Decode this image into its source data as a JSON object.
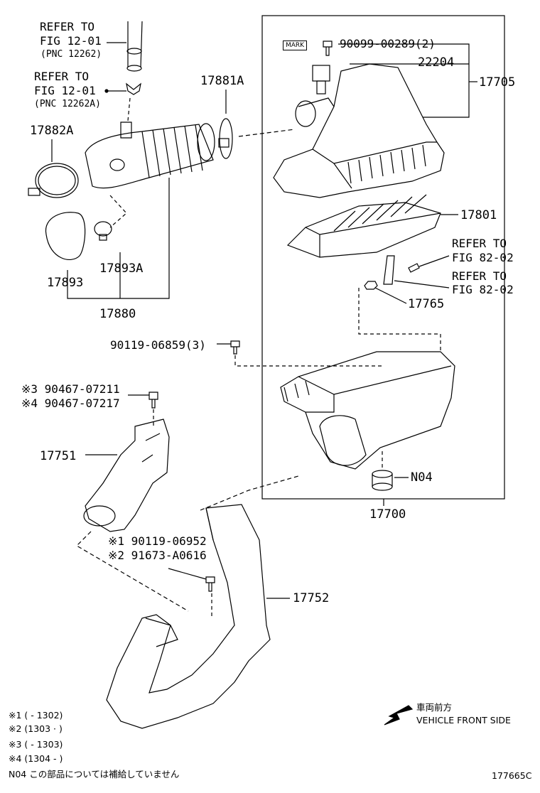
{
  "labels": {
    "refer_top_1": "REFER TO",
    "fig_top_1": "FIG 12-01",
    "pnc_top_1": "(PNC 12262)",
    "refer_top_2": "REFER TO",
    "fig_top_2": "FIG 12-01",
    "pnc_top_2": "(PNC 12262A)",
    "p17881A": "17881A",
    "p17882A": "17882A",
    "p17893": "17893",
    "p17893A": "17893A",
    "p17880": "17880",
    "mark": "MARK",
    "p90099": "90099-00289(2)",
    "p22204": "22204",
    "p17705": "17705",
    "p17801": "17801",
    "refer_r1": "REFER TO",
    "fig_r1": "FIG 82-02",
    "refer_r2": "REFER TO",
    "fig_r2": "FIG 82-02",
    "p17765": "17765",
    "p90119a": "90119-06859(3)",
    "p90467a": "※3 90467-07211",
    "p90467b": "※4 90467-07217",
    "p17751": "17751",
    "pN04": "N04",
    "p17700": "17700",
    "p90119b": "※1 90119-06952",
    "p91673": "※2 91673-A0616",
    "p17752": "17752",
    "front_jp": "車両前方",
    "front_en": "VEHICLE FRONT SIDE",
    "note1": "※1 (        - 1302)",
    "note2": "※2 (1303  ·        )",
    "note3": "※3 (        - 1303)",
    "note4": "※4 (1304 -         )",
    "note_n04": "N04  この部品については補給していません",
    "figure_code": "177665C"
  }
}
